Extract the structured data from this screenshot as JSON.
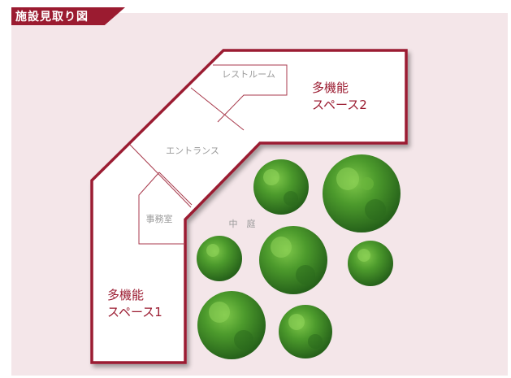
{
  "title": "施設見取り図",
  "rooms": {
    "space2_line1": "多機能",
    "space2_line2": "スペース2",
    "space1_line1": "多機能",
    "space1_line2": "スペース1",
    "restroom": "レストルーム",
    "entrance": "エントランス",
    "office": "事務室",
    "courtyard": "中　庭"
  },
  "colors": {
    "background": "#f4e6e9",
    "wall": "#9b1b30",
    "accent_text": "#9b1b30",
    "muted_text": "#9a9a9a",
    "inner_line": "#a83a4c"
  },
  "trees": [
    {
      "kind": "tree-icon"
    },
    {
      "kind": "tree-icon"
    },
    {
      "kind": "tree-icon"
    },
    {
      "kind": "tree-icon"
    },
    {
      "kind": "tree-icon"
    },
    {
      "kind": "tree-icon"
    },
    {
      "kind": "tree-icon"
    }
  ]
}
